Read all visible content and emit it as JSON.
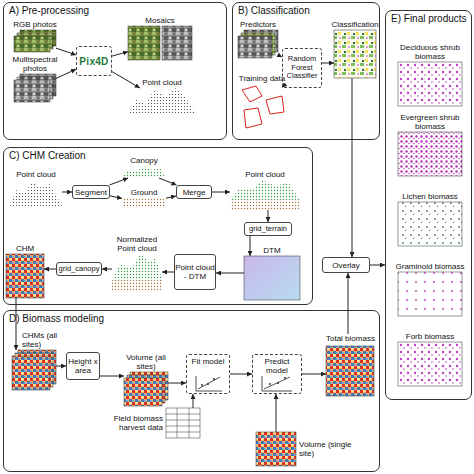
{
  "diagram": {
    "nodes": [
      {
        "text": [
          "A) Pre-processing"
        ]
      },
      {
        "text": [
          "RGB photos"
        ],
        "in": 0
      },
      {
        "text": [
          "Multispectral photos"
        ],
        "in": 0
      },
      {
        "text": [
          "Pix4D"
        ],
        "in": 0
      },
      {
        "text": [
          "Mosaics"
        ],
        "in": 0
      },
      {
        "text": [
          "Point cloud"
        ],
        "in": 0
      },
      {
        "text": [
          "B) Classification"
        ]
      },
      {
        "text": [
          "Predictors"
        ],
        "in": 6
      },
      {
        "text": [
          "Training data"
        ],
        "in": 6
      },
      {
        "text": [
          "Random Forest Classifier"
        ],
        "in": 6
      },
      {
        "text": [
          "Classification"
        ],
        "in": 6
      },
      {
        "text": [
          "C) CHM Creation"
        ]
      },
      {
        "text": [
          "Point cloud"
        ],
        "in": 11
      },
      {
        "text": [
          "Segment"
        ],
        "in": 11
      },
      {
        "text": [
          "Canopy"
        ],
        "in": 11
      },
      {
        "text": [
          "Ground"
        ],
        "in": 11
      },
      {
        "text": [
          "Merge"
        ],
        "in": 11
      },
      {
        "text": [
          "Point cloud"
        ],
        "in": 11
      },
      {
        "text": [
          "grid_terrain"
        ],
        "in": 11
      },
      {
        "text": [
          "DTM"
        ],
        "in": 11
      },
      {
        "text": [
          "Point cloud - DTM"
        ],
        "in": 11
      },
      {
        "text": [
          "Normalized Point cloud"
        ],
        "in": 11
      },
      {
        "text": [
          "grid_canopy"
        ],
        "in": 11
      },
      {
        "text": [
          "CHM"
        ],
        "in": 11
      },
      {
        "text": [
          "D) Biomass modeling"
        ]
      },
      {
        "text": [
          "CHMs (all sites)"
        ],
        "in": 24
      },
      {
        "text": [
          "Height x area"
        ],
        "in": 24
      },
      {
        "text": [
          "Volume (all sites)"
        ],
        "in": 24
      },
      {
        "text": [
          "Fit model"
        ],
        "in": 24
      },
      {
        "text": [
          "Predict model"
        ],
        "in": 24
      },
      {
        "text": [
          "Total biomass"
        ],
        "in": 24
      },
      {
        "text": [
          "Field biomass harvest data"
        ],
        "in": 24
      },
      {
        "text": [
          "Volume (single site)"
        ],
        "in": 24
      },
      {
        "text": [
          "Overlay"
        ]
      },
      {
        "text": [
          "E) Final products"
        ]
      },
      {
        "text": [
          "Deciduous shrub biomass"
        ],
        "in": 34
      },
      {
        "text": [
          "Evergreen shrub biomass"
        ],
        "in": 34
      },
      {
        "text": [
          "Lichen biomass"
        ],
        "in": 34
      },
      {
        "text": [
          "Graminoid biomass"
        ],
        "in": 34
      },
      {
        "text": [
          "Forb biomass"
        ],
        "in": 34
      }
    ],
    "edges": [
      {
        "from": 1,
        "to": 3,
        "arrow": "to"
      },
      {
        "from": 2,
        "to": 3,
        "arrow": "to"
      },
      {
        "from": 3,
        "to": 4,
        "arrow": "to"
      },
      {
        "from": 3,
        "to": 5,
        "arrow": "to"
      },
      {
        "from": 7,
        "to": 9,
        "arrow": "to"
      },
      {
        "from": 8,
        "to": 9,
        "arrow": "to"
      },
      {
        "from": 9,
        "to": 10,
        "arrow": "to"
      },
      {
        "from": 10,
        "to": 33,
        "arrow": "to"
      },
      {
        "from": 12,
        "to": 13,
        "arrow": "to"
      },
      {
        "from": 13,
        "to": 14,
        "arrow": "to"
      },
      {
        "from": 13,
        "to": 15,
        "arrow": "to"
      },
      {
        "from": 14,
        "to": 16,
        "arrow": "to"
      },
      {
        "from": 15,
        "to": 16,
        "arrow": "to"
      },
      {
        "from": 16,
        "to": 17,
        "arrow": "to"
      },
      {
        "from": 17,
        "to": 18,
        "arrow": "to"
      },
      {
        "from": 18,
        "to": 19,
        "arrow": "to"
      },
      {
        "from": 19,
        "to": 20,
        "arrow": "to"
      },
      {
        "from": 20,
        "to": 21,
        "arrow": "to"
      },
      {
        "from": 21,
        "to": 22,
        "arrow": "to"
      },
      {
        "from": 22,
        "to": 23,
        "arrow": "to"
      },
      {
        "from": 23,
        "to": 25,
        "arrow": "to"
      },
      {
        "from": 25,
        "to": 26,
        "arrow": "to"
      },
      {
        "from": 26,
        "to": 27,
        "arrow": "to"
      },
      {
        "from": 27,
        "to": 28,
        "arrow": "to"
      },
      {
        "from": 31,
        "to": 28,
        "arrow": "to"
      },
      {
        "from": 28,
        "to": 29,
        "arrow": "to"
      },
      {
        "from": 32,
        "to": 29,
        "arrow": "to"
      },
      {
        "from": 29,
        "to": 30,
        "arrow": "to"
      },
      {
        "from": 30,
        "to": 33,
        "arrow": "to"
      },
      {
        "from": 33,
        "to": 34,
        "arrow": "to"
      }
    ]
  }
}
